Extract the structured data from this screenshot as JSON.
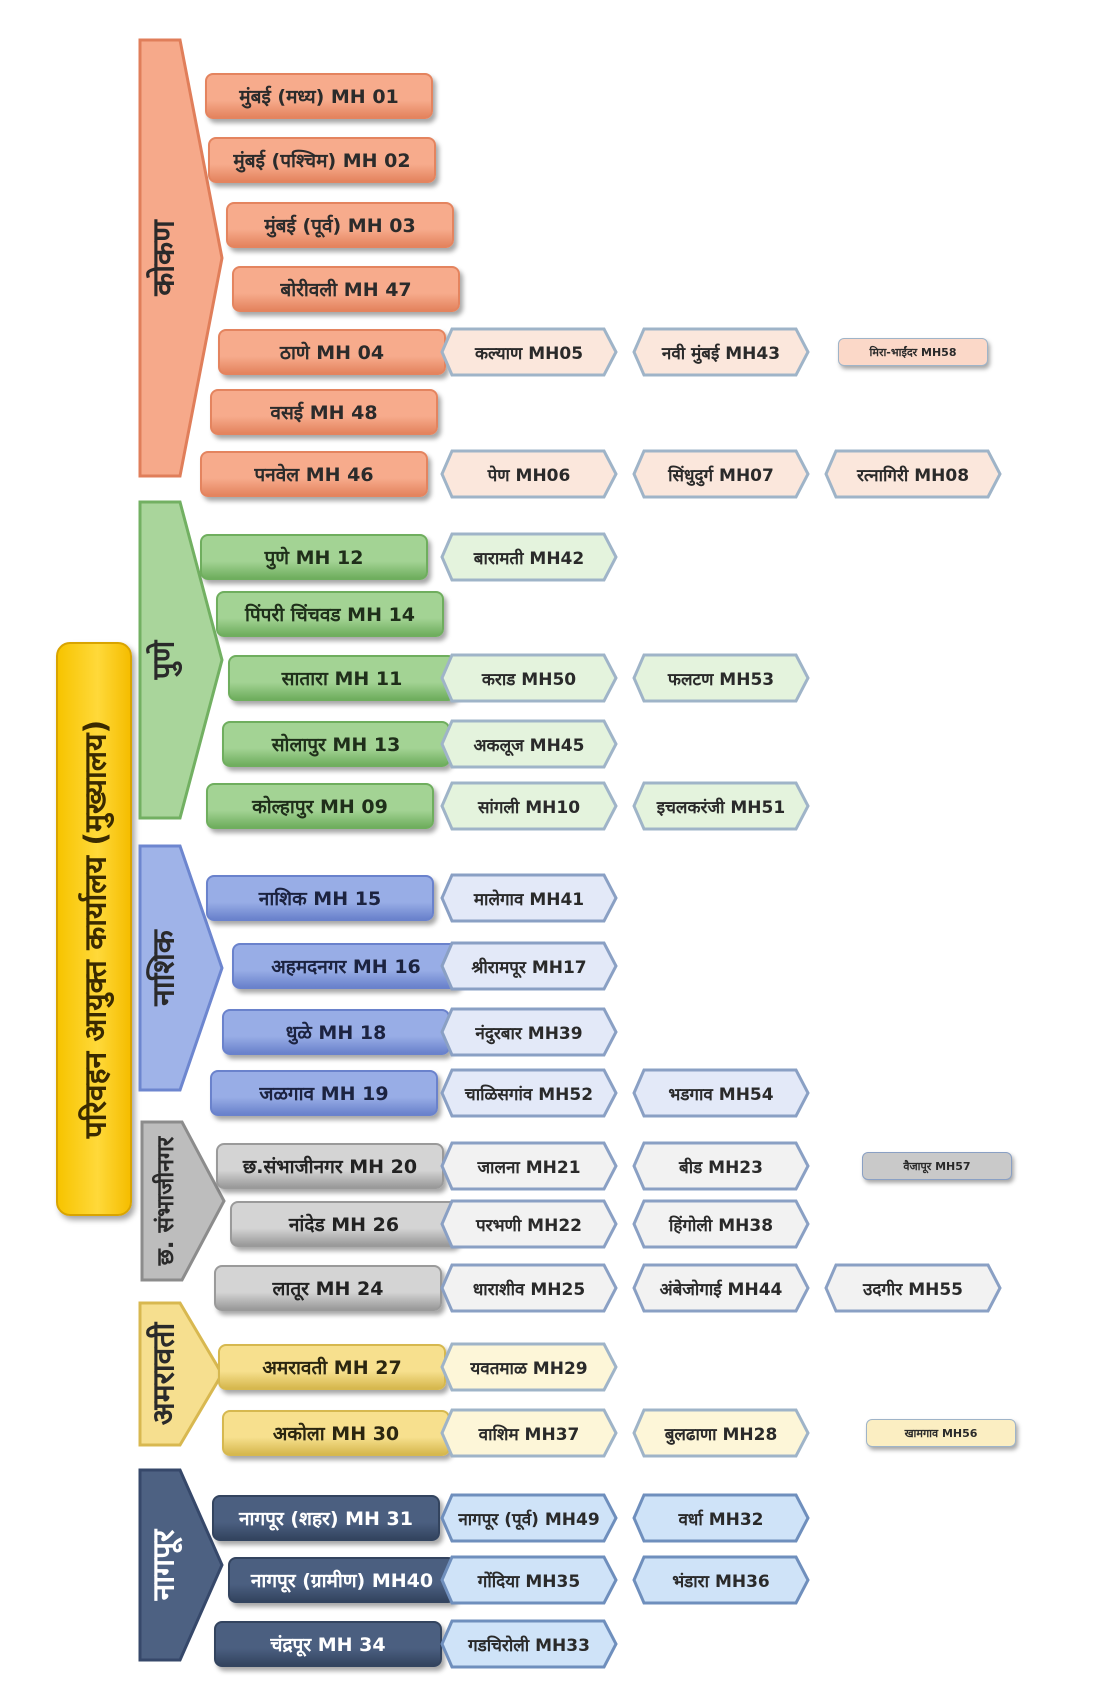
{
  "root": {
    "label": "परिवहन आयुक्त कार्यालय (मुख्यालय)",
    "color": "#f7c400"
  },
  "regions": [
    {
      "id": "konkan",
      "label": "कोकण",
      "colors": {
        "arrow": "#f6a98a",
        "arrow_edge": "#e07e5a",
        "office": "#f7ab8c",
        "office_edge": "#e4845f",
        "office_text": "#2b2b2b",
        "sub": "#fbe7dc",
        "sub_edge": "#9fb4c8",
        "small": "#fbd8c8"
      },
      "offices": [
        {
          "label": "मुंबई (मध्य) MH 01",
          "subs": [],
          "small": null
        },
        {
          "label": "मुंबई (पश्चिम) MH 02",
          "subs": [],
          "small": null
        },
        {
          "label": "मुंबई (पूर्व) MH 03",
          "subs": [],
          "small": null
        },
        {
          "label": "बोरीवली MH 47",
          "subs": [],
          "small": null
        },
        {
          "label": "ठाणे MH 04",
          "subs": [
            "कल्याण MH05",
            "नवी मुंबई MH43"
          ],
          "small": "मिरा-भाईंदर MH58"
        },
        {
          "label": "वसई MH 48",
          "subs": [],
          "small": null
        },
        {
          "label": "पनवेल MH 46",
          "subs": [
            "पेण MH06",
            "सिंधुदुर्ग MH07",
            "रत्नागिरी MH08"
          ],
          "small": null
        }
      ]
    },
    {
      "id": "pune",
      "label": "पुणे",
      "colors": {
        "arrow": "#a9d59b",
        "arrow_edge": "#72b062",
        "office": "#a3d394",
        "office_edge": "#6fae5e",
        "office_text": "#1f2f1a",
        "sub": "#e4f3dd",
        "sub_edge": "#9fb4c8",
        "small": "#e4f3dd"
      },
      "offices": [
        {
          "label": "पुणे MH 12",
          "subs": [
            "बारामती MH42"
          ],
          "small": null
        },
        {
          "label": "पिंपरी चिंचवड MH 14",
          "subs": [],
          "small": null
        },
        {
          "label": "सातारा MH 11",
          "subs": [
            "कराड MH50",
            "फलटण MH53"
          ],
          "small": null
        },
        {
          "label": "सोलापुर MH 13",
          "subs": [
            "अकलूज MH45"
          ],
          "small": null
        },
        {
          "label": "कोल्हापुर MH 09",
          "subs": [
            "सांगली MH10",
            "इचलकरंजी MH51"
          ],
          "small": null
        }
      ]
    },
    {
      "id": "nashik",
      "label": "नाशिक",
      "colors": {
        "arrow": "#9fb3e8",
        "arrow_edge": "#6d86cf",
        "office": "#98ade6",
        "office_edge": "#6a82cc",
        "office_text": "#1c2340",
        "sub": "#e3e9f8",
        "sub_edge": "#8aa0c4",
        "small": "#e3e9f8"
      },
      "offices": [
        {
          "label": "नाशिक MH 15",
          "subs": [
            "मालेगाव MH41"
          ],
          "small": null
        },
        {
          "label": "अहमदनगर MH 16",
          "subs": [
            "श्रीरामपूर MH17"
          ],
          "small": null
        },
        {
          "label": "धुळे MH 18",
          "subs": [
            "नंदुरबार MH39"
          ],
          "small": null
        },
        {
          "label": "जळगाव MH 19",
          "subs": [
            "चाळिसगांव MH52",
            "भडगाव MH54"
          ],
          "small": null
        }
      ]
    },
    {
      "id": "sambhajinagar",
      "label": "छ. संभाजीनगर",
      "colors": {
        "arrow": "#bdbdbd",
        "arrow_edge": "#8c8c8c",
        "office": "#d4d4d4",
        "office_edge": "#9a9a9a",
        "office_text": "#222222",
        "sub": "#f2f2f2",
        "sub_edge": "#8aa0c4",
        "small": "#c9c9c9"
      },
      "offices": [
        {
          "label": "छ.संभाजीनगर MH 20",
          "subs": [
            "जालना MH21",
            "बीड MH23"
          ],
          "small": "वैजापूर MH57"
        },
        {
          "label": "नांदेड MH 26",
          "subs": [
            "परभणी MH22",
            "हिंगोली MH38"
          ],
          "small": null
        },
        {
          "label": "लातूर MH 24",
          "subs": [
            "धाराशीव MH25",
            "अंबेजोगाई MH44",
            "उदगीर MH55"
          ],
          "small": null
        }
      ]
    },
    {
      "id": "amravati",
      "label": "अमरावती",
      "colors": {
        "arrow": "#f6df8f",
        "arrow_edge": "#d8b850",
        "office": "#f7e08e",
        "office_edge": "#d6b84f",
        "office_text": "#2b2610",
        "sub": "#fdf6d8",
        "sub_edge": "#9fb4c8",
        "small": "#fbeec2"
      },
      "offices": [
        {
          "label": "अमरावती MH 27",
          "subs": [
            "यवतमाळ MH29"
          ],
          "small": null
        },
        {
          "label": "अकोला MH 30",
          "subs": [
            "वाशिम MH37",
            "बुलढाणा MH28"
          ],
          "small": "खामगाव MH56"
        }
      ]
    },
    {
      "id": "nagpur",
      "label": "नागपूर",
      "colors": {
        "arrow": "#4d6182",
        "arrow_edge": "#36486a",
        "office": "#4b5f80",
        "office_edge": "#33445f",
        "office_text": "#ffffff",
        "sub": "#cfe3f8",
        "sub_edge": "#6f8fbd",
        "small": "#cfe3f8"
      },
      "offices": [
        {
          "label": "नागपूर (शहर) MH 31",
          "subs": [
            "नागपूर (पूर्व) MH49",
            "वर्धा MH32"
          ],
          "small": null
        },
        {
          "label": "नागपूर (ग्रामीण) MH40",
          "subs": [
            "गोंदिया MH35",
            "भंडारा MH36"
          ],
          "small": null
        },
        {
          "label": "चंद्रपूर MH 34",
          "subs": [
            "गडचिरोली MH33"
          ],
          "small": null
        }
      ]
    }
  ]
}
